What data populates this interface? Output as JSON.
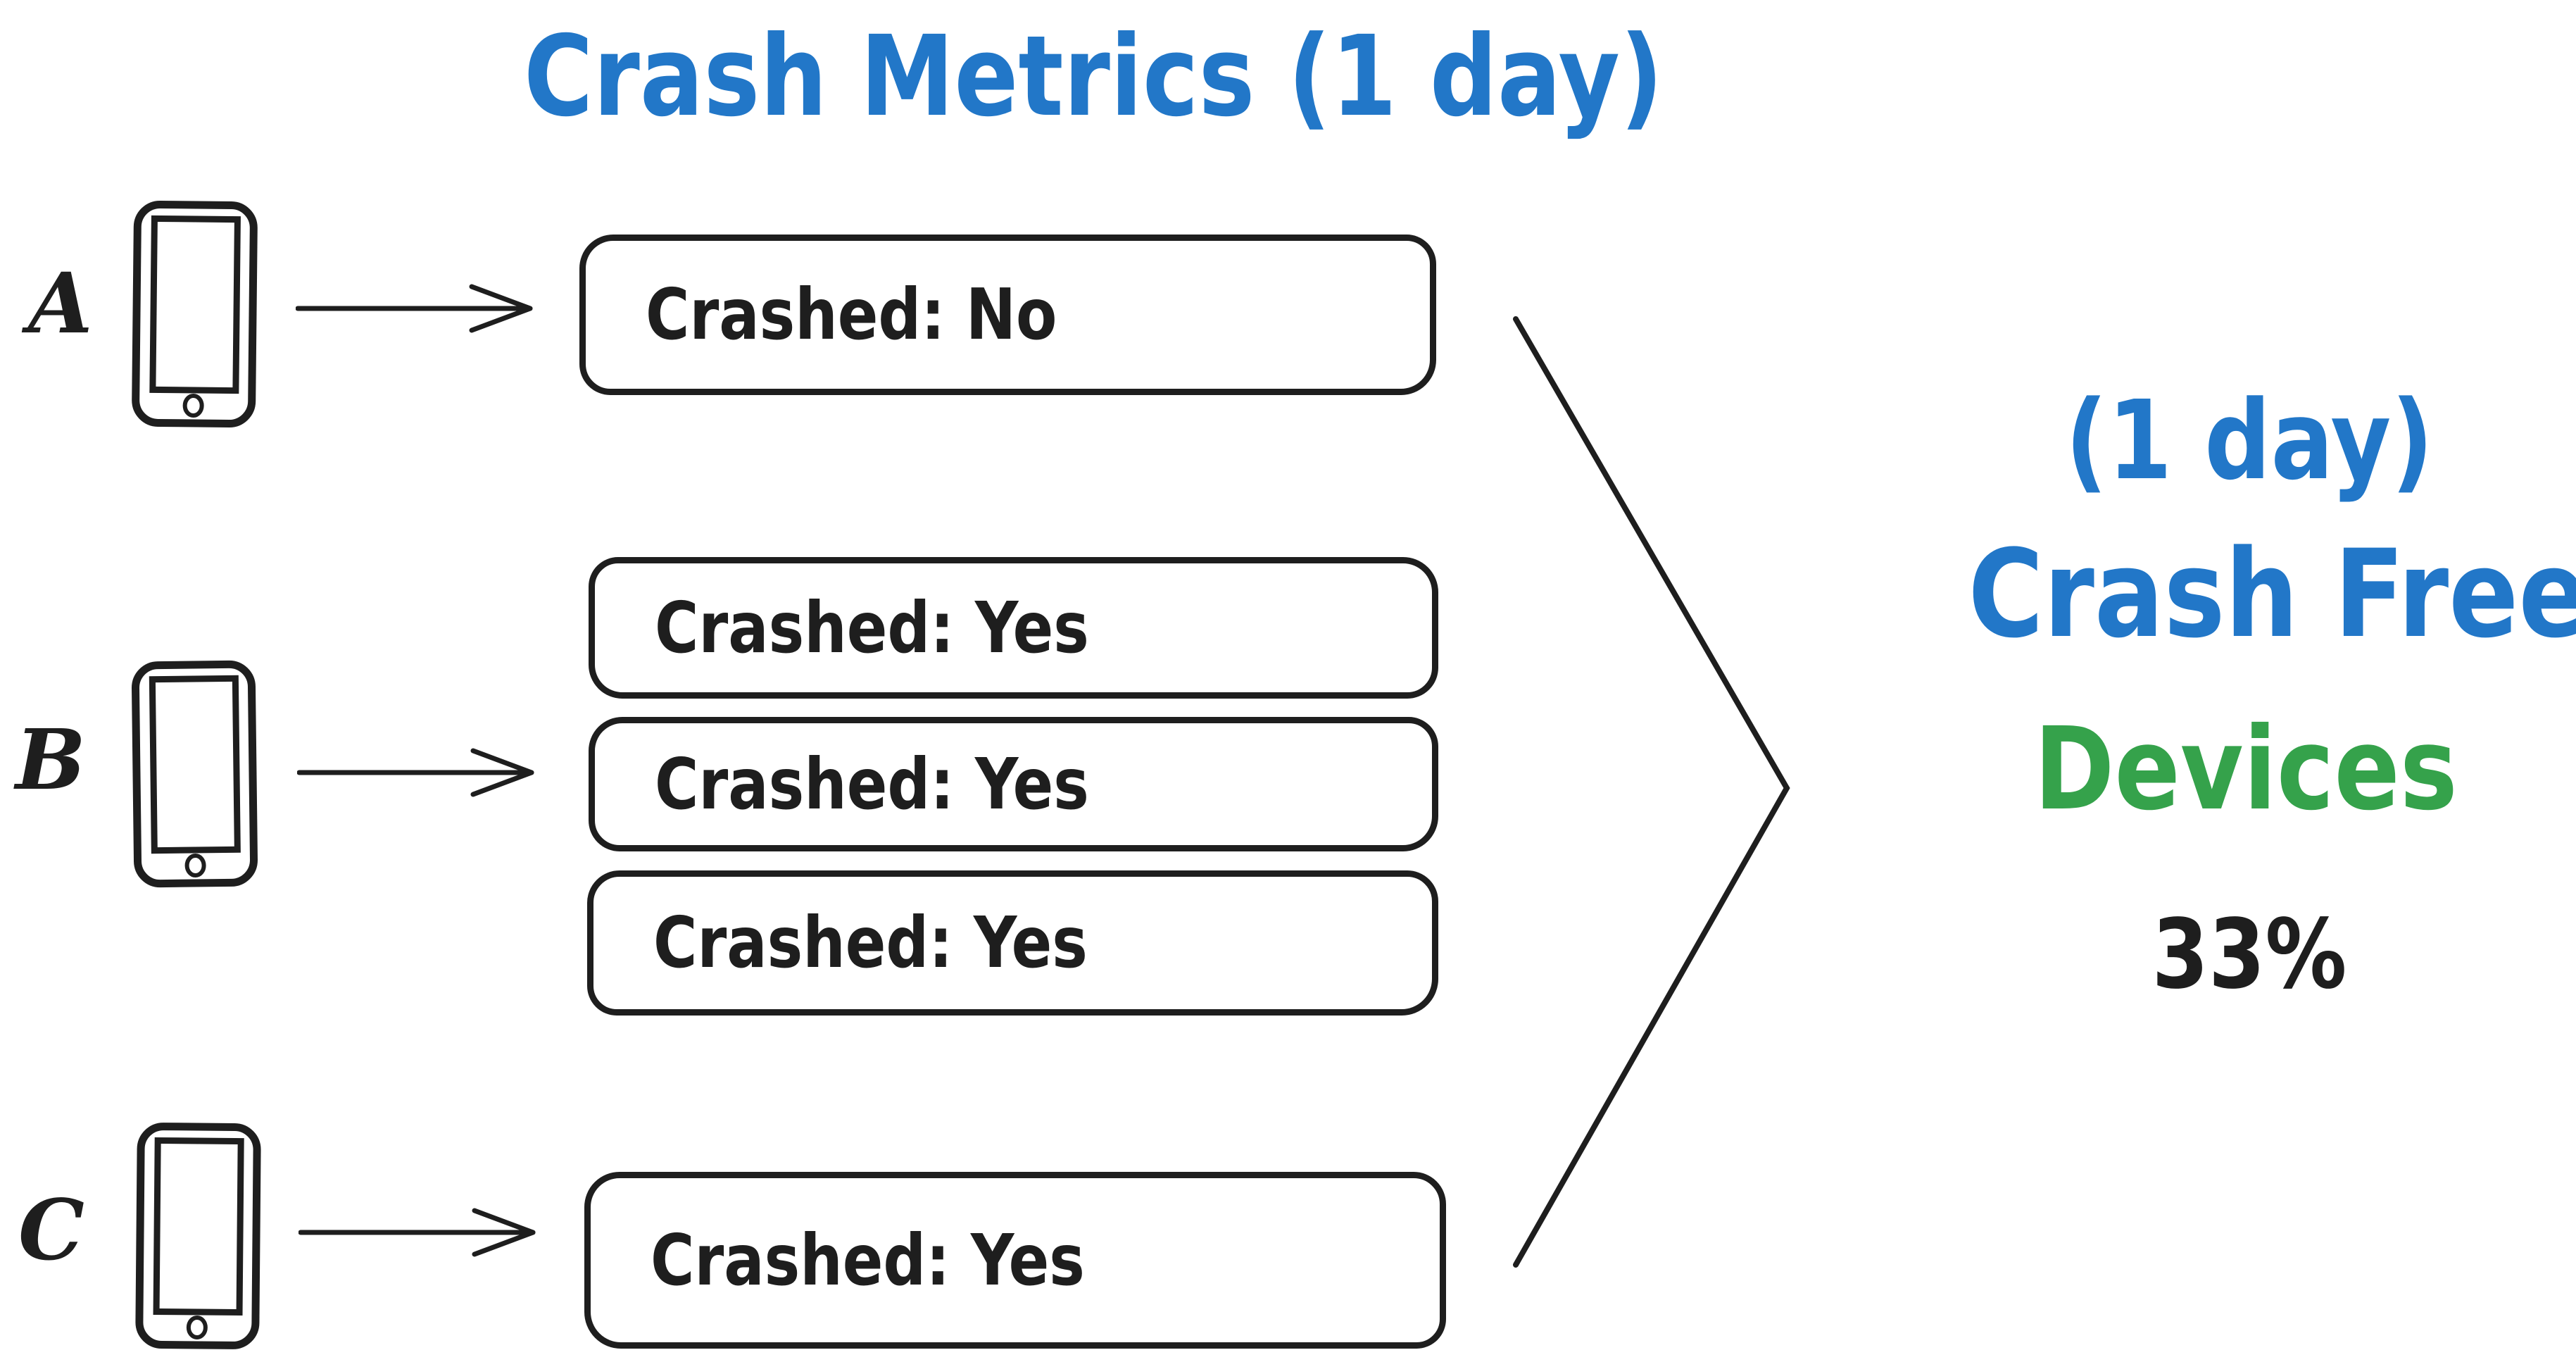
{
  "title": "Crash Metrics (1 day)",
  "colors": {
    "title_blue": "#2277c8",
    "result_blue": "#2277c8",
    "devices_green": "#35a24b",
    "ink": "#1e1e1e"
  },
  "icons": {
    "device": "smartphone-icon",
    "flow": "arrow-right-icon",
    "aggregate": "chevron-merge-icon"
  },
  "devices": [
    {
      "label": "A",
      "sessions": [
        "Crashed: No"
      ]
    },
    {
      "label": "B",
      "sessions": [
        "Crashed: Yes",
        "Crashed: Yes",
        "Crashed: Yes"
      ]
    },
    {
      "label": "C",
      "sessions": [
        "Crashed: Yes"
      ]
    }
  ],
  "result": {
    "period": "(1 day)",
    "metric_line1": "Crash Free",
    "metric_line2": "Devices",
    "value": "33%"
  }
}
